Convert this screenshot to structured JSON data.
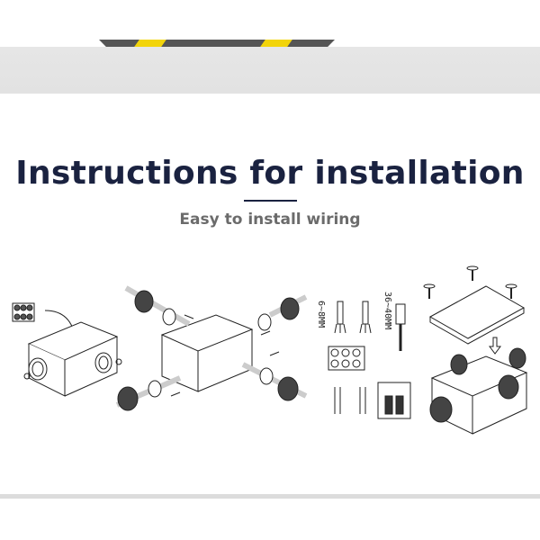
{
  "header": {
    "product_image_alt": "junction-box-product-top"
  },
  "section": {
    "title": "Instructions for installation",
    "subtitle": "Easy to install wiring"
  },
  "diagram": {
    "strip_length_label": "6~8MM",
    "sheath_length_label": "36~40MM",
    "steps": [
      "terminal-block-insert",
      "cable-gland-assembly",
      "wire-stripping-and-terminal",
      "lid-screw-closing"
    ]
  },
  "colors": {
    "title": "#1a2240",
    "subtitle": "#6b6b6b",
    "band": "#e4e4e4",
    "accent_yellow": "#f2d40a"
  }
}
